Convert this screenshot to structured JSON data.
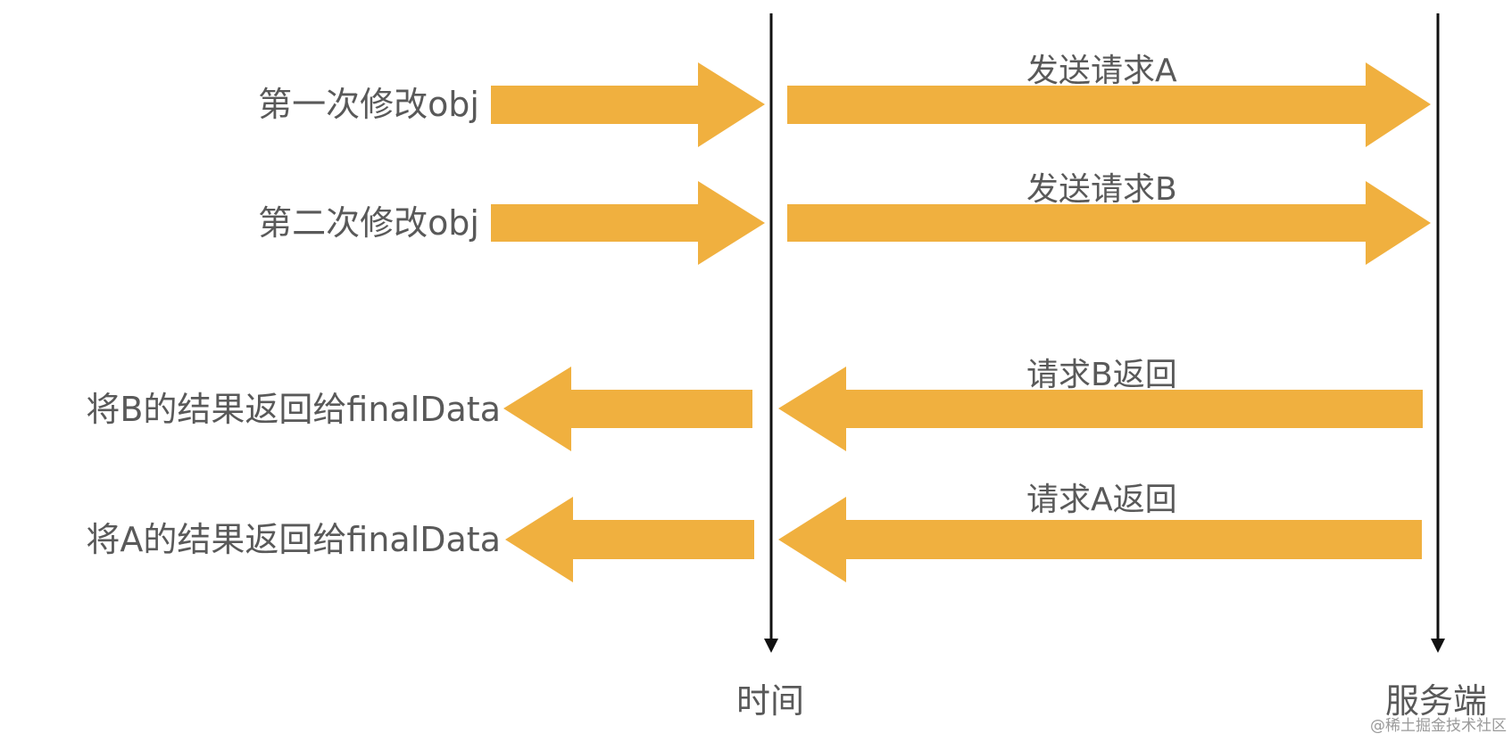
{
  "colors": {
    "arrow": "#f0b03f",
    "line": "#111111",
    "text": "#595959"
  },
  "labels": {
    "step1": "第一次修改obj",
    "step2": "第二次修改obj",
    "step3": "将B的结果返回给finalData",
    "step4": "将A的结果返回给finalData"
  },
  "arrows": {
    "send_a": "发送请求A",
    "send_b": "发送请求B",
    "return_b": "请求B返回",
    "return_a": "请求A返回"
  },
  "axes": {
    "time": "时间",
    "server": "服务端"
  },
  "watermark": "@稀土掘金技术社区"
}
